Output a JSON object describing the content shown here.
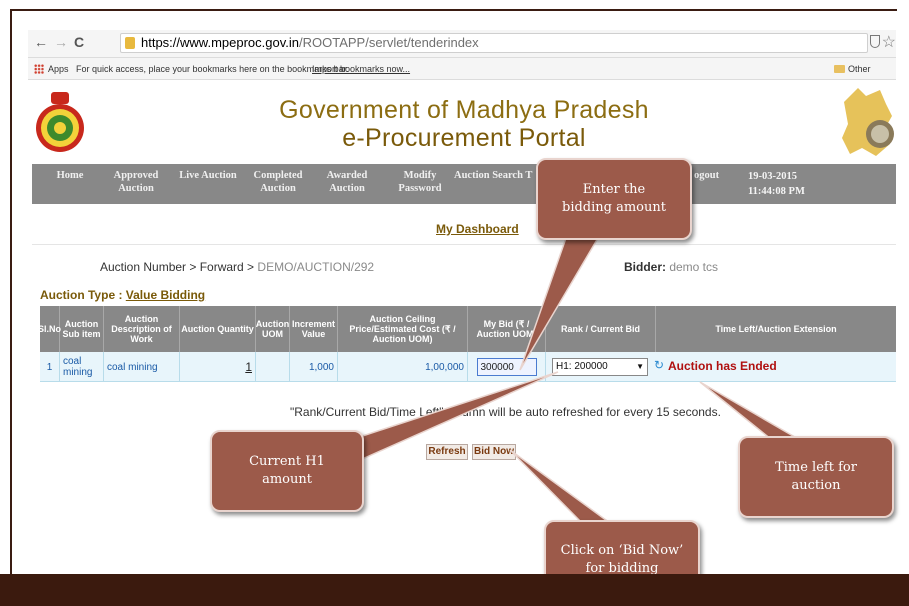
{
  "browser": {
    "back": "←",
    "forward": "→",
    "reload": "C",
    "url_host": "https://www.mpeproc.gov.in",
    "url_path": "/ROOTAPP/servlet/tenderindex",
    "star": "☆"
  },
  "bookmarks": {
    "apps_label": "Apps",
    "hint": "For quick access, place your bookmarks here on the bookmarks bar.",
    "import_link": "Import bookmarks now...",
    "other_label": "Other bookm"
  },
  "header": {
    "title_line1": "Government of Madhya Pradesh",
    "title_line2": "e-Procurement Portal"
  },
  "nav": {
    "items": [
      {
        "label": "Home"
      },
      {
        "label": "Approved\nAuction"
      },
      {
        "label": "Live Auction"
      },
      {
        "label": "Completed\nAuction"
      },
      {
        "label": "Awarded\nAuction"
      },
      {
        "label": "Modify\nPassword"
      },
      {
        "label": "Auction Search T"
      },
      {
        "label": "ogout"
      }
    ],
    "date": "19-03-2015",
    "time": "11:44:08 PM"
  },
  "dashboard_link": "My Dashboard",
  "breadcrumb": {
    "prefix": "Auction Number > Forward > ",
    "value": "DEMO/AUCTION/292"
  },
  "bidder": {
    "label": "Bidder:",
    "value": " demo tcs"
  },
  "auction_type": {
    "label": "Auction Type : ",
    "value": "Value Bidding"
  },
  "table": {
    "headers": [
      "Sl.No",
      "Auction Sub item",
      "Auction Description of Work",
      "Auction Quantity",
      "Auction UOM",
      "Increment Value",
      "Auction Ceiling Price/Estimated Cost (₹ / Auction UOM)",
      "My Bid (₹ / Auction UOM)",
      "Rank / Current Bid",
      "Time Left/Auction Extension"
    ],
    "row": {
      "sl_no": "1",
      "sub_item": "coal mining",
      "description": "coal mining",
      "quantity": "1",
      "uom": "",
      "increment": "1,000",
      "ceiling": "1,00,000",
      "my_bid": "300000",
      "rank_select": "H1: 200000",
      "status": "Auction has Ended"
    }
  },
  "refresh_note": "\"Rank/Current Bid/Time Left\" column will be auto refreshed for every 15 seconds.",
  "buttons": {
    "refresh": "Refresh",
    "bid_now": "Bid Now"
  },
  "callouts": {
    "enter_bid": "Enter the bidding amount",
    "current_h1": "Current H1 amount",
    "time_left": "Time left for auction",
    "bid_now": "Click on ‘Bid Now’ for bidding"
  },
  "colors": {
    "callout_fill": "#9c5a4a",
    "nav_bar": "#888888",
    "title_gold": "#8c6d12",
    "status_red": "#b01010",
    "bottom_band": "#3b1a0e"
  }
}
